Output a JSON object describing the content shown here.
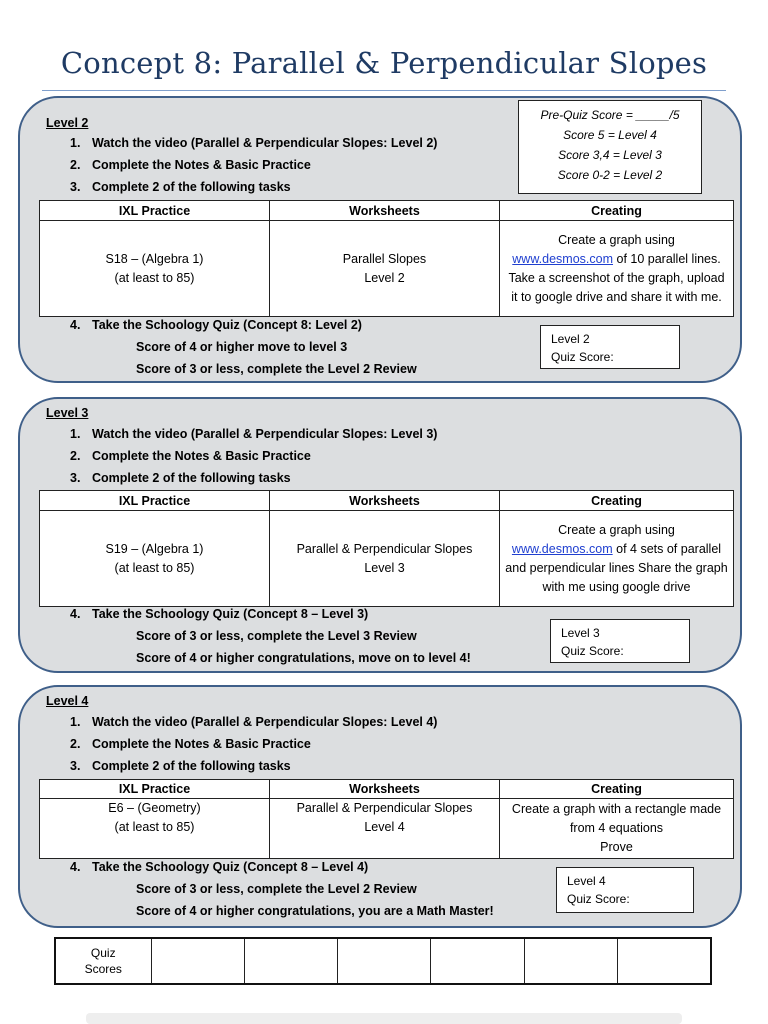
{
  "title": "Concept 8:  Parallel & Perpendicular Slopes",
  "levels": [
    {
      "heading": "Level 2",
      "steps": [
        {
          "num": "1.",
          "text": "Watch the video (Parallel & Perpendicular Slopes:  Level 2)"
        },
        {
          "num": "2.",
          "text": "Complete the Notes & Basic Practice"
        },
        {
          "num": "3.",
          "text": "Complete 2 of the following tasks"
        }
      ],
      "table": {
        "headers": [
          "IXL Practice",
          "Worksheets",
          "Creating"
        ],
        "ixl": [
          "S18 – (Algebra 1)",
          "(at least to 85)"
        ],
        "worksheet": [
          "Parallel Slopes",
          "Level 2"
        ],
        "creating": {
          "pre": "Create a graph using",
          "link": "www.desmos.com",
          "post": " of 10 parallel lines.  Take a screenshot of the graph, upload it to google drive and share it with me."
        }
      },
      "quiz": {
        "num": "4.",
        "text": "Take the Schoology Quiz (Concept 8:  Level 2)",
        "line1": "Score of 4 or higher move to level 3",
        "line2": "Score of 3 or less, complete the Level 2 Review"
      },
      "score_box": [
        "Level 2",
        "Quiz Score:"
      ],
      "prequiz": [
        "Pre-Quiz Score = _____/5",
        "Score 5 = Level 4",
        "Score  3,4 = Level 3",
        "Score 0-2 = Level 2"
      ]
    },
    {
      "heading": "Level 3",
      "steps": [
        {
          "num": "1.",
          "text": "Watch the video (Parallel & Perpendicular Slopes:  Level 3)"
        },
        {
          "num": "2.",
          "text": "Complete the Notes & Basic Practice"
        },
        {
          "num": "3.",
          "text": "Complete 2 of the following tasks"
        }
      ],
      "table": {
        "headers": [
          "IXL Practice",
          "Worksheets",
          "Creating"
        ],
        "ixl": [
          "S19 – (Algebra 1)",
          "(at least to 85)"
        ],
        "worksheet": [
          "Parallel & Perpendicular Slopes",
          "Level 3"
        ],
        "creating": {
          "pre": "Create a graph using",
          "link": "www.desmos.com",
          "post": " of 4 sets of parallel and perpendicular lines Share the graph with me using google drive"
        }
      },
      "quiz": {
        "num": "4.",
        "text": "Take the Schoology Quiz (Concept 8 – Level 3)",
        "line1": "Score of 3 or less, complete the Level 3 Review",
        "line2": "Score of 4 or higher congratulations, move on to level 4!"
      },
      "score_box": [
        "Level 3",
        "Quiz Score:"
      ]
    },
    {
      "heading": "Level 4",
      "steps": [
        {
          "num": "1.",
          "text": "Watch the video (Parallel & Perpendicular Slopes:  Level 4)"
        },
        {
          "num": "2.",
          "text": "Complete the Notes & Basic Practice"
        },
        {
          "num": "3.",
          "text": "Complete 2 of the following tasks"
        }
      ],
      "table": {
        "headers": [
          "IXL Practice",
          "Worksheets",
          "Creating"
        ],
        "ixl": [
          "E6 – (Geometry)",
          "(at least to 85)"
        ],
        "worksheet": [
          "Parallel & Perpendicular Slopes",
          "Level 4"
        ],
        "creating": {
          "pre": "Create a graph with a rectangle made from 4 equations",
          "link": "",
          "post": " Prove"
        }
      },
      "quiz": {
        "num": "4.",
        "text": "Take the Schoology Quiz (Concept 8 – Level 4)",
        "line1": "Score of 3 or less, complete the Level 2 Review",
        "line2": "Score of 4 or higher congratulations, you are a Math Master!"
      },
      "score_box": [
        "Level 4",
        "Quiz Score:"
      ]
    }
  ],
  "quiz_scores": {
    "label_line1": "Quiz",
    "label_line2": "Scores"
  }
}
